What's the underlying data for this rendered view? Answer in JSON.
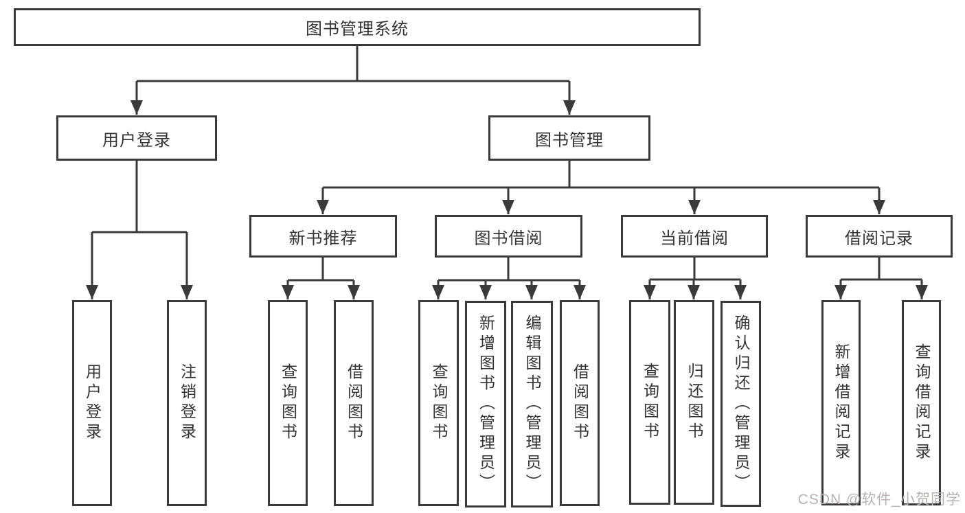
{
  "tree": {
    "root": {
      "label": "图书管理系统"
    },
    "branches": [
      {
        "label": "用户登录",
        "children": [
          {
            "label": "用户登录"
          },
          {
            "label": "注销登录"
          }
        ]
      },
      {
        "label": "图书管理",
        "children": [
          {
            "label": "新书推荐",
            "children": [
              {
                "label": "查询图书"
              },
              {
                "label": "借阅图书"
              }
            ]
          },
          {
            "label": "图书借阅",
            "children": [
              {
                "label": "查询图书"
              },
              {
                "label": "新增图书（管理员）"
              },
              {
                "label": "编辑图书（管理员）"
              },
              {
                "label": "借阅图书"
              }
            ]
          },
          {
            "label": "当前借阅",
            "children": [
              {
                "label": "查询图书"
              },
              {
                "label": "归还图书"
              },
              {
                "label": "确认归还（管理员）"
              }
            ]
          },
          {
            "label": "借阅记录",
            "children": [
              {
                "label": "新增借阅记录"
              },
              {
                "label": "查询借阅记录"
              }
            ]
          }
        ]
      }
    ]
  },
  "watermark": "CSDN @软件_小贺同学",
  "colors": {
    "line": "#3a3a3a",
    "box_border": "#3a3a3a",
    "text": "#333333",
    "background": "#ffffff",
    "watermark": "#b9b1b1"
  }
}
